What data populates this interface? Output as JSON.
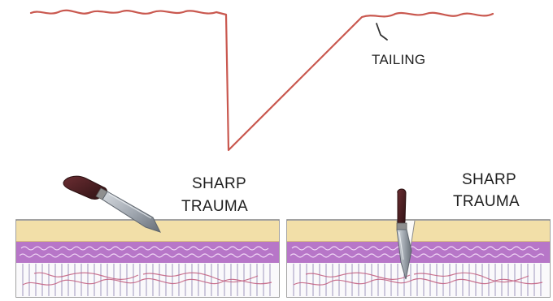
{
  "top_diagram": {
    "label": "TAILING",
    "colors": {
      "profile_line": "#c9584f",
      "pointer": "#333333"
    }
  },
  "panels": [
    {
      "label_line1": "SHARP",
      "label_line2": "TRAUMA",
      "knife_icon": "oblique-knife-icon"
    },
    {
      "label_line1": "SHARP",
      "label_line2": "TRAUMA",
      "knife_icon": "vertical-knife-icon"
    }
  ],
  "colors": {
    "epidermis": "#f2dfa8",
    "dermis": "#b776c8",
    "subcutis_lines": "#7a6fa6",
    "blood_vessel": "#c25c7e",
    "blade": "#9aa0a8",
    "handle": "#4a1f22"
  }
}
